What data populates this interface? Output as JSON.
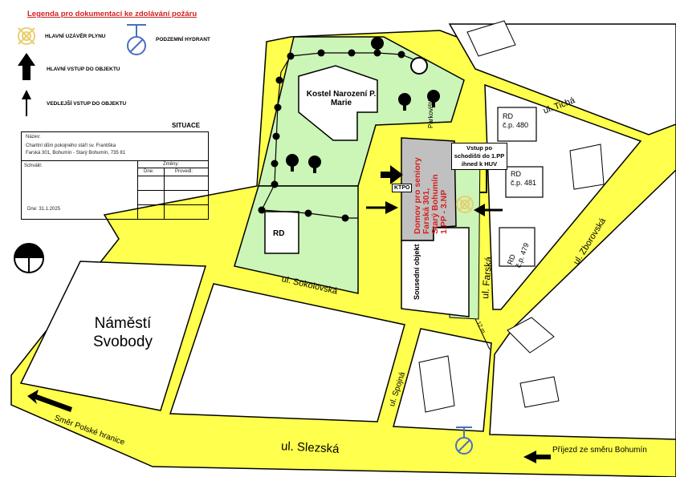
{
  "legend": {
    "title": "Legenda  pro dokumentaci ke zdolávání požáru",
    "items": [
      {
        "icon": "gas-valve-icon",
        "label": "HLAVNÍ UZÁVĚR PLYNU"
      },
      {
        "icon": "hydrant-icon",
        "label": "PODZEMNÍ HYDRANT"
      },
      {
        "icon": "main-entrance-arrow-icon",
        "label": "HLAVNÍ VSTUP DO OBJEKTU"
      },
      {
        "icon": "side-entrance-arrow-icon",
        "label": "VEDLEJŠÍ VSTUP DO OBJEKTU"
      }
    ]
  },
  "title_block": {
    "heading": "SITUACE",
    "name_label": "Název:",
    "name_line1": "Charitní dům pokojného stáří sv. Františka",
    "name_line2": "Farská 301, Bohumín - Starý Bohumín, 735 81",
    "approved_label": "Schválil:",
    "changes_label": "Změny:",
    "date_col": "Dne:",
    "by_col": "Provedl:",
    "date": "Dne: 31.1.2025"
  },
  "map": {
    "church": "Kostel Narození P. Marie",
    "parkoviste": "Parkoviště",
    "building": [
      "Domov pro seniory",
      "Farská 301,",
      "Starý Bohumín",
      "1.PP - 3.NP"
    ],
    "ktpo": "KTPO",
    "note": [
      "Vstup po",
      "schodišti do 1.PP",
      "ihned k HUV"
    ],
    "neighbor": "Sousední objekt",
    "rd": "RD",
    "rd480": [
      "RD",
      "č.p. 480"
    ],
    "rd481": [
      "RD",
      "č.p. 481"
    ],
    "rd479": [
      "RD",
      "č.p. 479"
    ],
    "square": [
      "Náměstí",
      "Svobody"
    ],
    "streets": {
      "ticha": "ul. Tichá",
      "zborovska": "ul. Zborovská",
      "farska": "ul. Farská",
      "sokolovska": "ul. Sokolovská",
      "spojna": "ul. Spojná",
      "slezska": "ul. Slezská"
    },
    "distance": "12 m",
    "dir_left": "Směr Polské hranice",
    "dir_right": "Příjezd ze směru Bohumín"
  },
  "colors": {
    "road": "#ffff4d",
    "green": "#ccf5b8",
    "building": "#c0c0c0",
    "red": "#d42020",
    "hydrant": "#4a6fc0",
    "valve": "#e8cf70"
  }
}
